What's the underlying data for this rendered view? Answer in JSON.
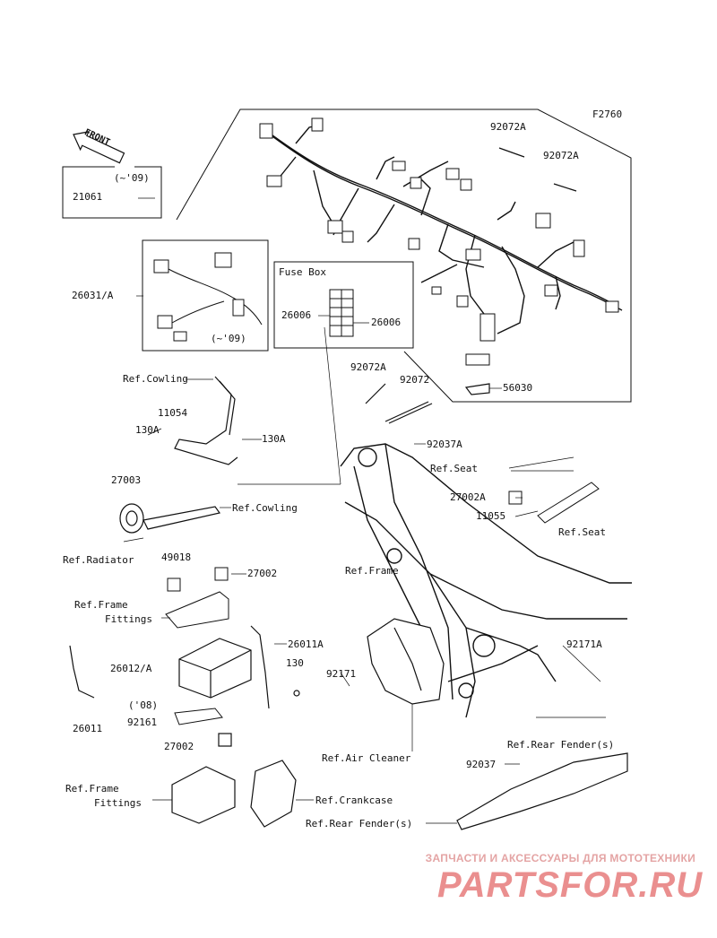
{
  "figure_code": "F2760",
  "front_arrow": "FRONT",
  "labels": {
    "p92072A_1": "92072A",
    "p92072A_2": "92072A",
    "yr09_a": "(~'09)",
    "p21061": "21061",
    "p26031A": "26031/A",
    "yr09_b": "(~'09)",
    "fuse_box_title": "Fuse Box",
    "p26006_left": "26006",
    "p26006_right": "26006",
    "p56030": "56030",
    "p92072A_3": "92072A",
    "p92072": "92072",
    "ref_cowling_1": "Ref.Cowling",
    "p11054": "11054",
    "p130A_1": "130A",
    "p130A_2": "130A",
    "p92037A": "92037A",
    "ref_seat_1": "Ref.Seat",
    "p27002A": "27002A",
    "p11055": "11055",
    "ref_seat_2": "Ref.Seat",
    "p27003": "27003",
    "ref_cowling_2": "Ref.Cowling",
    "ref_radiator": "Ref.Radiator",
    "p49018": "49018",
    "p27002_1": "27002",
    "ref_frame": "Ref.Frame",
    "ref_frame_fittings_1a": "Ref.Frame",
    "ref_frame_fittings_1b": "Fittings",
    "p26011A": "26011A",
    "p92171A": "92171A",
    "p26012A": "26012/A",
    "p130": "130",
    "p92171": "92171",
    "yr08": "('08)",
    "p92161": "92161",
    "p26011": "26011",
    "p27002_2": "27002",
    "ref_rear_fender_1": "Ref.Rear Fender(s)",
    "ref_air_cleaner": "Ref.Air Cleaner",
    "p92037": "92037",
    "ref_frame_fittings_2a": "Ref.Frame",
    "ref_frame_fittings_2b": "Fittings",
    "ref_crankcase": "Ref.Crankcase",
    "ref_rear_fender_2": "Ref.Rear Fender(s)"
  },
  "watermark": {
    "line1": "ЗАПЧАСТИ И АКСЕССУАРЫ ДЛЯ МОТОТЕХНИКИ",
    "line2": "PARTSFOR.RU"
  }
}
